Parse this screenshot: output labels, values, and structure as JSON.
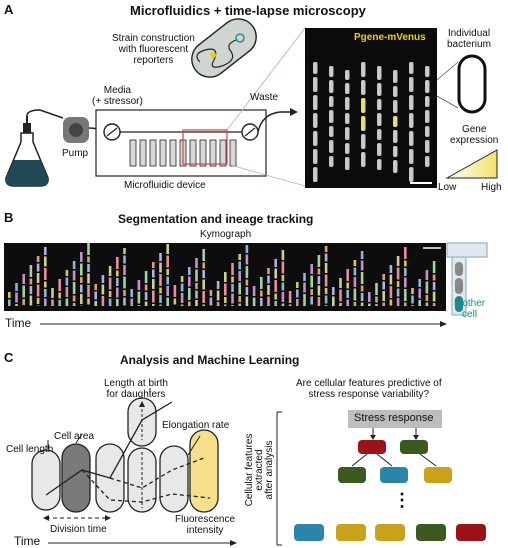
{
  "panel_a": {
    "letter": "A",
    "title": "Microfluidics + time-lapse microscopy",
    "strain_line1": "Strain construction",
    "strain_line2": "with fluorescent",
    "strain_line3": "reporters",
    "media_line1": "Media",
    "media_line2": "(+ stressor)",
    "waste": "Waste",
    "pump": "Pump",
    "device": "Microfluidic device",
    "reporter": "Pgene-mVenus",
    "bacterium_line1": "Individual",
    "bacterium_line2": "bacterium",
    "gene_line1": "Gene",
    "gene_line2": "expression",
    "low": "Low",
    "high": "High",
    "reporter_color": "#f0d000"
  },
  "panel_b": {
    "letter": "B",
    "title": "Segmentation and ineage tracking",
    "kymograph": "Kymograph",
    "time": "Time",
    "mother_line1": "Mother",
    "mother_line2": "cell",
    "mother_color": "#1a8a8a"
  },
  "panel_c": {
    "letter": "C",
    "title": "Analysis and Machine Learning",
    "length_birth_line1": "Length at birth",
    "length_birth_line2": "for daughters",
    "cell_area": "Cell area",
    "elongation_rate": "Elongation rate",
    "cell_length": "Cell length",
    "fluorescence_line1": "Fluorescence",
    "fluorescence_line2": "intensity",
    "division_time": "Division time",
    "time": "Time",
    "question_line1": "Are cellular features predictive of",
    "question_line2": "stress response variability?",
    "stress_response": "Stress response",
    "side_line1": "Cellular features",
    "side_line2": "extracted",
    "side_line3": "after analysis",
    "ellipsis": "⋮",
    "node_colors": {
      "red": "#9b1219",
      "green": "#3d5a1e",
      "teal": "#2a86a8",
      "gold": "#c9a21c",
      "gray": "#bdbdbd"
    }
  }
}
